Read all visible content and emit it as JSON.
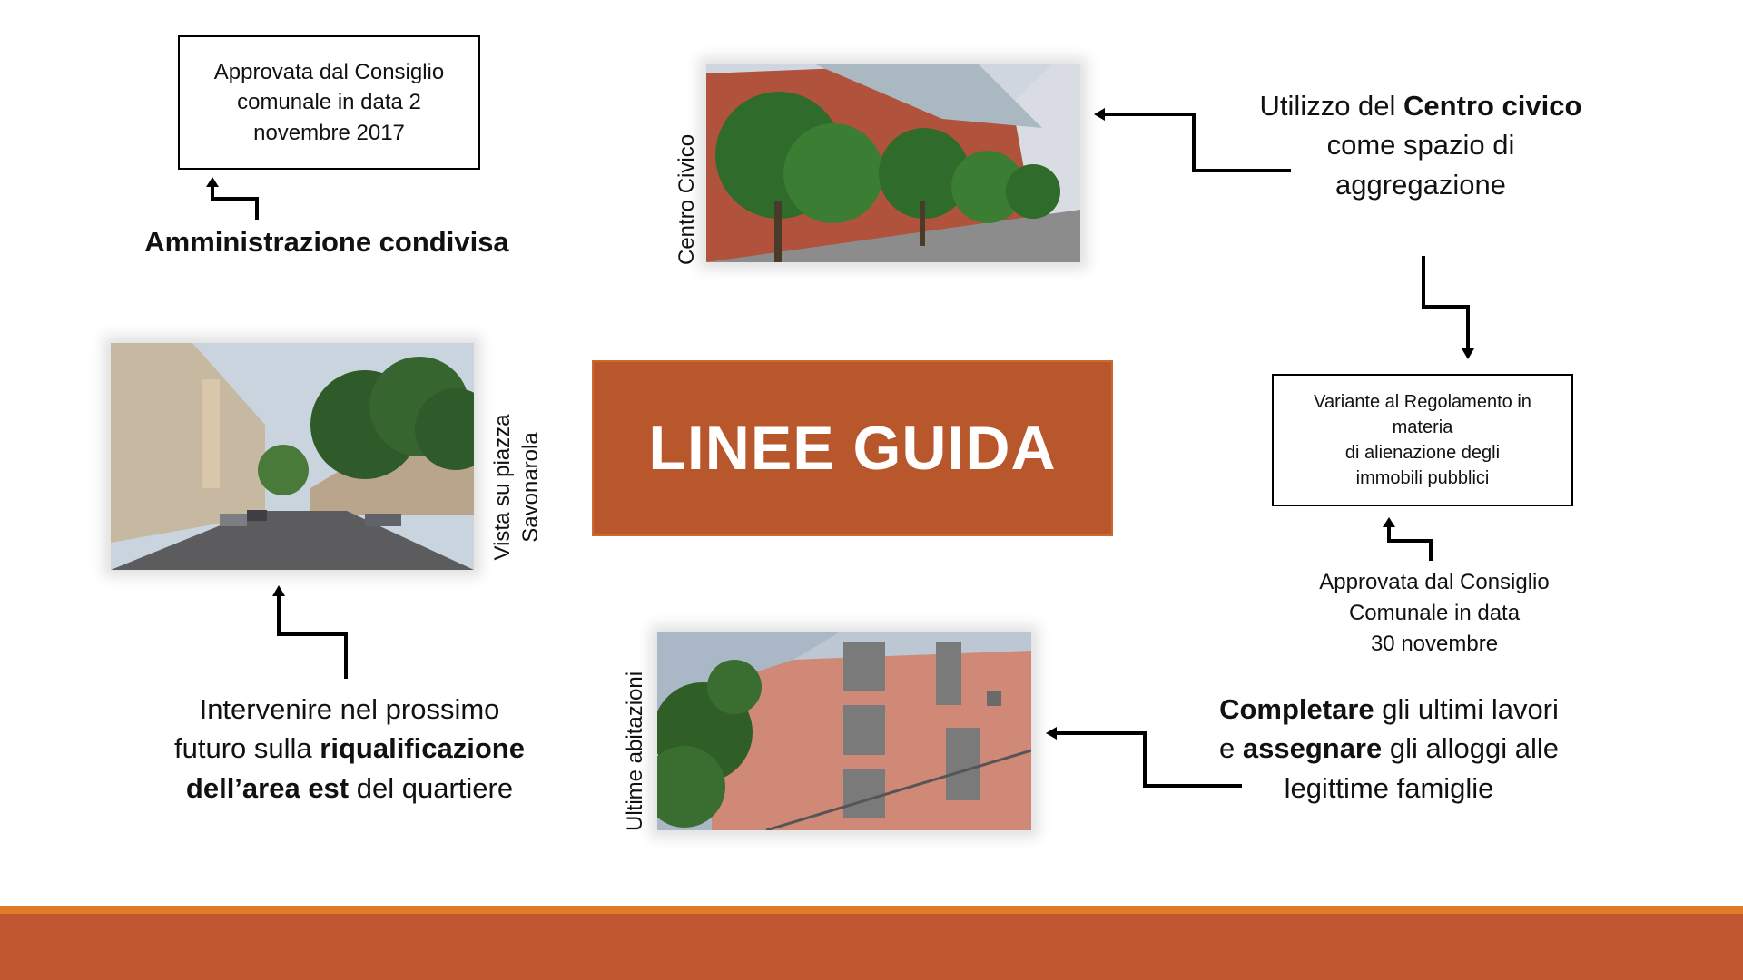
{
  "title": "LINEE GUIDA",
  "top_left": {
    "box_text": "Approvata dal Consiglio comunale in data 2 novembre 2017",
    "label": "Amministrazione condivisa"
  },
  "photos": {
    "centro_civico_label": "Centro Civico",
    "savonarola_label_line1": "Vista su piazza",
    "savonarola_label_line2": "Savonarola",
    "abitazioni_label": "Ultime abitazioni"
  },
  "top_right": {
    "line1_prefix": "Utilizzo del ",
    "line1_bold": "Centro civico",
    "line2": "come spazio di",
    "line3": "aggregazione"
  },
  "right_box": {
    "line1": "Variante al Regolamento in",
    "line2": "materia",
    "line3": "di alienazione degli",
    "line4": "immobili pubblici"
  },
  "right_note": {
    "line1": "Approvata dal Consiglio",
    "line2": "Comunale in data",
    "line3": "30 novembre"
  },
  "bottom_left": {
    "line1": "Intervenire nel prossimo",
    "line2_prefix": "futuro sulla ",
    "line2_bold": "riqualificazione",
    "line3_bold": "dell’area est",
    "line3_suffix": " del quartiere"
  },
  "bottom_right": {
    "line1_bold": "Completare",
    "line1_suffix": " gli ultimi lavori",
    "line2_prefix": "e ",
    "line2_bold": "assegnare",
    "line2_suffix": " gli alloggi alle",
    "line3": "legittime famiglie"
  },
  "colors": {
    "accent": "#b8562c",
    "accent_light": "#e07c27",
    "footer": "#bf5830"
  }
}
